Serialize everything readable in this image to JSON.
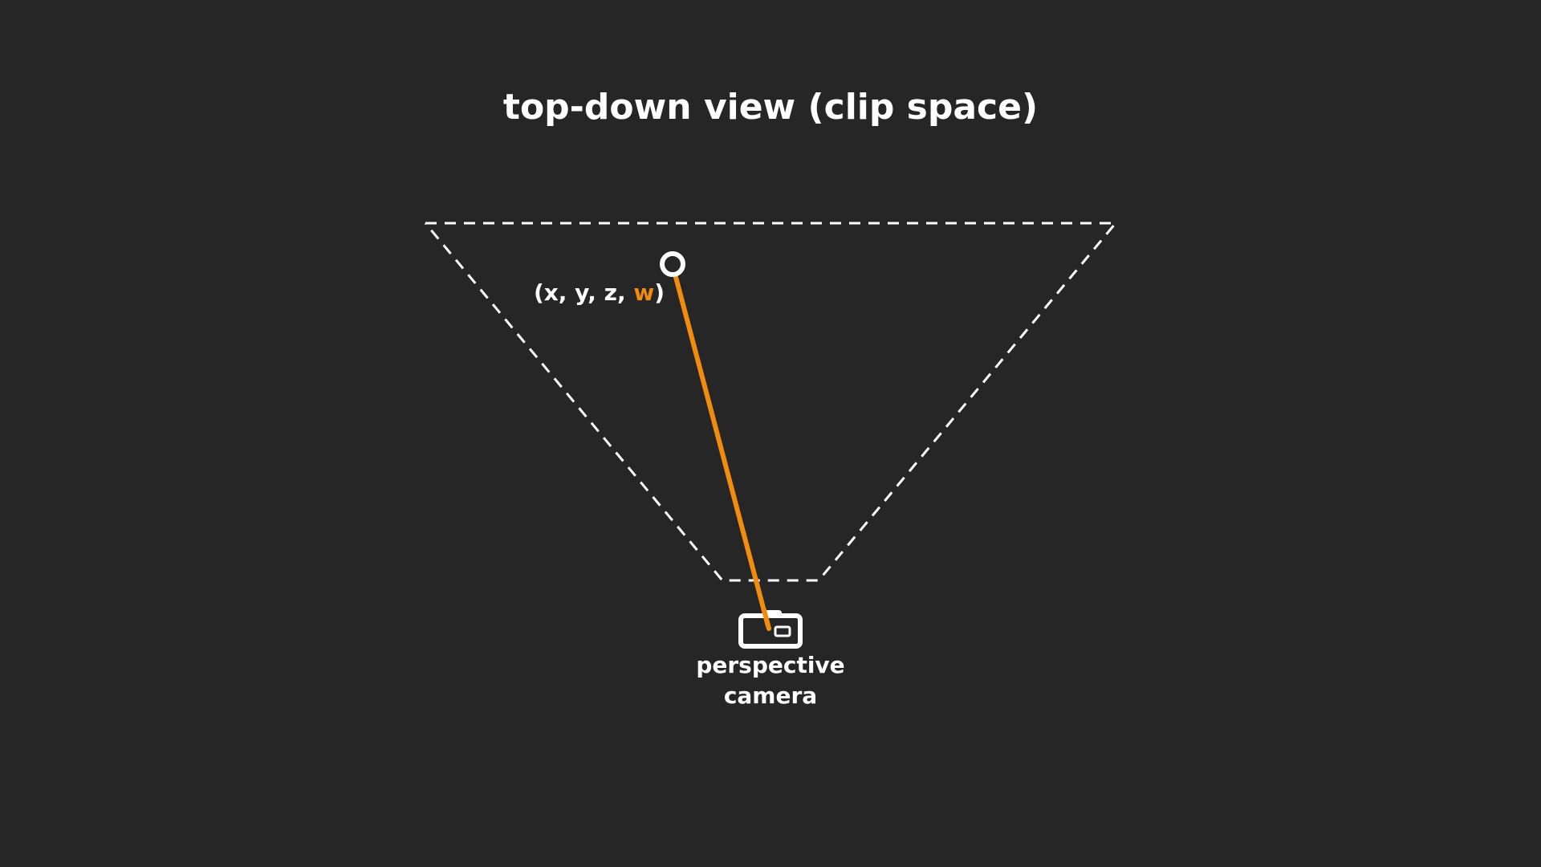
{
  "title": "top-down view (clip space)",
  "point_label": {
    "prefix": "(x, y, z, ",
    "highlight": "w",
    "suffix": ")"
  },
  "camera_label": {
    "line1": "perspective",
    "line2": "camera"
  },
  "icons": {
    "camera": "camera-icon",
    "point": "point-marker-icon"
  },
  "colors": {
    "background": "#262626",
    "foreground": "#ffffff",
    "accent": "#f28c0f"
  }
}
